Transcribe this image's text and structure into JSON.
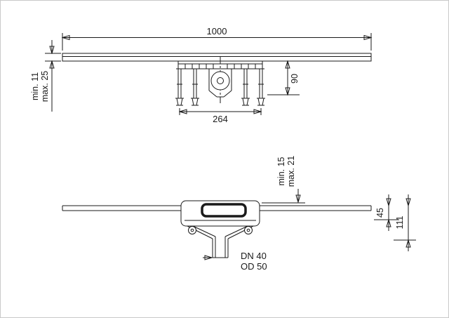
{
  "colors": {
    "line": "#1a1a1a",
    "background": "#ffffff",
    "frame": "#c9c9c9"
  },
  "top_view": {
    "dim_length": "1000",
    "dim_feet_spacing": "264",
    "dim_height": "90",
    "dim_flange_min": "min. 11",
    "dim_flange_max": "max. 25"
  },
  "side_view": {
    "dim_grate_min": "min. 15",
    "dim_grate_max": "max. 21",
    "dim_channel_depth": "45",
    "dim_total_depth": "111",
    "pipe_dn": "DN 40",
    "pipe_od": "OD 50"
  }
}
